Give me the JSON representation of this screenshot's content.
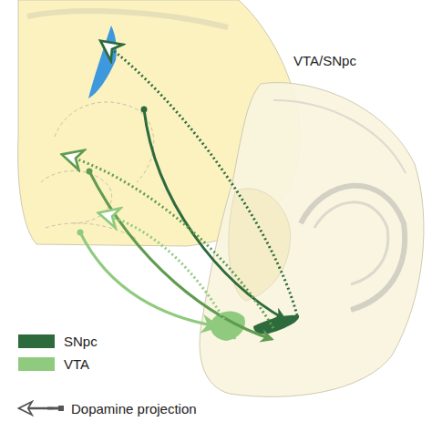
{
  "diagram": {
    "labels": [
      "VTA/SNpc"
    ],
    "legend": [
      {
        "text": "SNpc",
        "color": "#2e6b3c"
      },
      {
        "text": "VTA",
        "color": "#8fca7e"
      },
      {
        "text": "Dopamine projection"
      }
    ]
  }
}
